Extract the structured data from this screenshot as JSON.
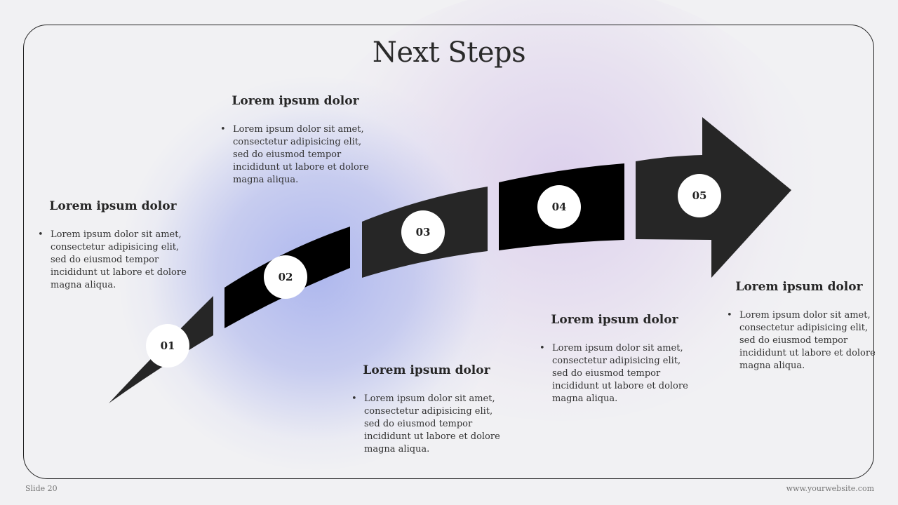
{
  "slide": {
    "title": "Next Steps",
    "footer_left": "Slide 20",
    "footer_right": "www.yourwebsite.com"
  },
  "steps": [
    {
      "number": "01",
      "heading": "Lorem ipsum dolor",
      "text": "Lorem ipsum dolor sit amet, consectetur adipisicing elit, sed do eiusmod tempor incididunt ut labore et dolore magna aliqua."
    },
    {
      "number": "02",
      "heading": "Lorem ipsum dolor",
      "text": "Lorem ipsum dolor sit amet, consectetur adipisicing elit, sed do eiusmod tempor incididunt ut labore et dolore magna aliqua."
    },
    {
      "number": "03",
      "heading": "Lorem ipsum dolor",
      "text": "Lorem ipsum dolor sit amet, consectetur adipisicing elit, sed do eiusmod tempor incididunt ut labore et dolore magna aliqua."
    },
    {
      "number": "04",
      "heading": "Lorem ipsum dolor",
      "text": "Lorem ipsum dolor sit amet, consectetur adipisicing elit, sed do eiusmod tempor incididunt ut labore et dolore magna aliqua."
    },
    {
      "number": "05",
      "heading": "Lorem ipsum dolor",
      "text": "Lorem ipsum dolor sit amet, consectetur adipisicing elit, sed do eiusmod tempor incididunt ut labore et dolore magna aliqua."
    }
  ],
  "colors": {
    "segment_dark": "#262626",
    "segment_black": "#000000",
    "badge_fill": "#ffffff"
  }
}
